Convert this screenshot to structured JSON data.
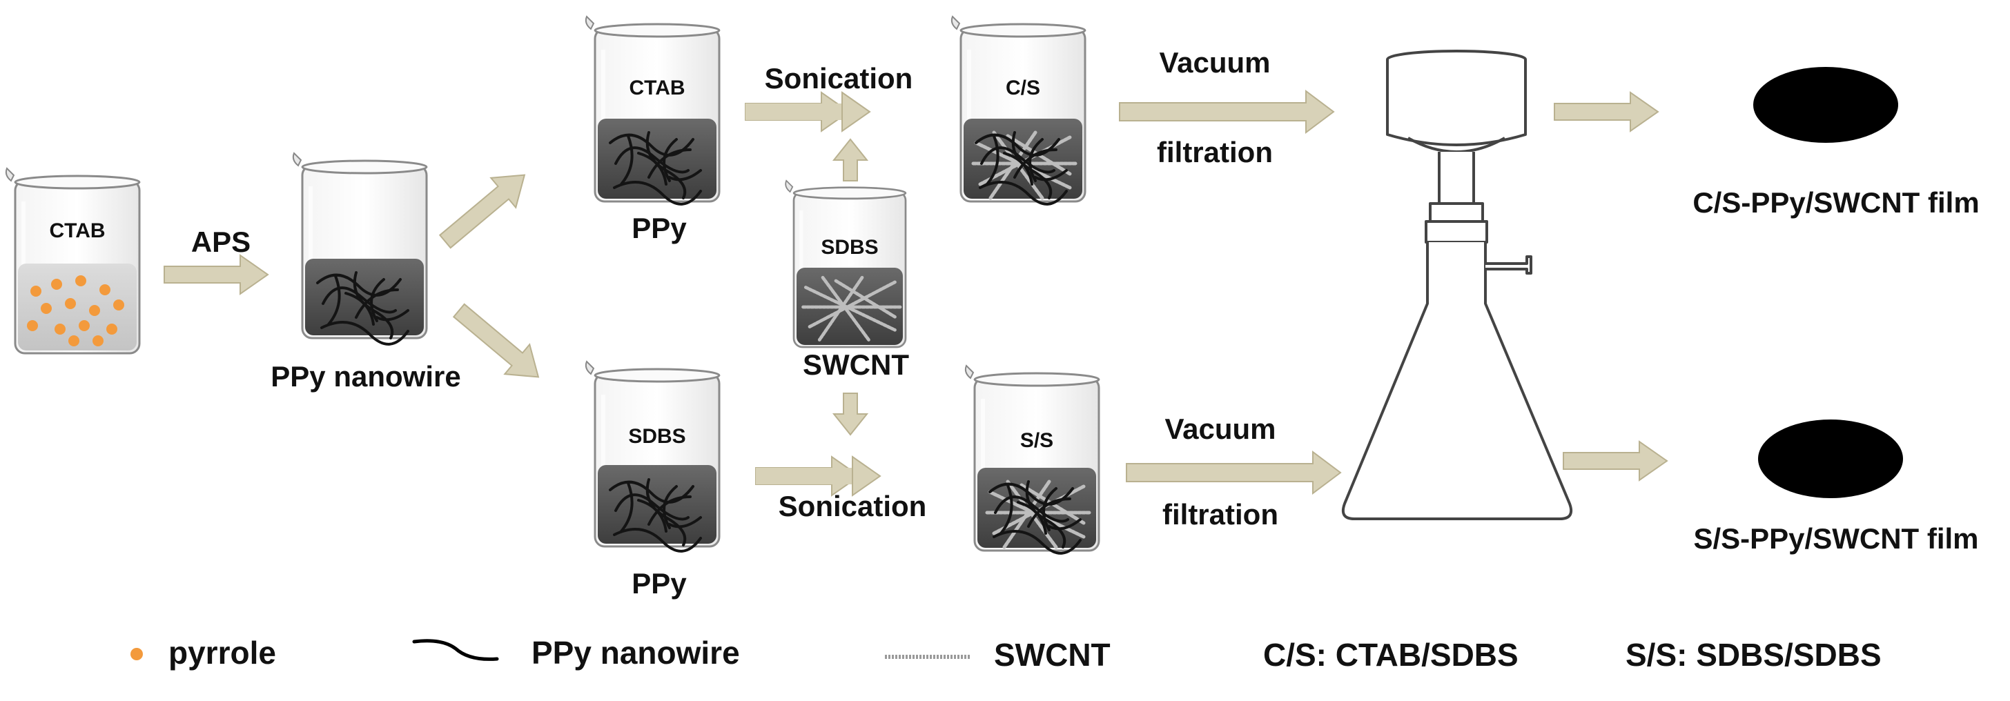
{
  "beakers": {
    "initial": "CTAB",
    "ppy_ctab": "CTAB",
    "swcnt": "SDBS",
    "ppy_sdbs": "SDBS",
    "cs_mix": "C/S",
    "ss_mix": "S/S"
  },
  "labels": {
    "aps": "APS",
    "ppy_nanowire": "PPy nanowire",
    "ppy_top": "PPy",
    "ppy_bottom": "PPy",
    "swcnt": "SWCNT",
    "sonication_top": "Sonication",
    "sonication_bottom": "Sonication",
    "vacuum_top": "Vacuum",
    "filtration_top": "filtration",
    "vacuum_bottom": "Vacuum",
    "filtration_bottom": "filtration",
    "film_top": "C/S-PPy/SWCNT film",
    "film_bottom": "S/S-PPy/SWCNT film"
  },
  "legend": {
    "pyrrole": "pyrrole",
    "ppy_nanowire": "PPy nanowire",
    "swcnt": "SWCNT",
    "cs_def": "C/S: CTAB/SDBS",
    "ss_def": "S/S: SDBS/SDBS"
  },
  "colors": {
    "arrow": "#d8d2b8",
    "arrow_edge": "#b9b190",
    "pyrrole": "#f39a3c",
    "solution_dark": "#505050",
    "solution_light": "#d6d6d6",
    "film": "#000000"
  }
}
